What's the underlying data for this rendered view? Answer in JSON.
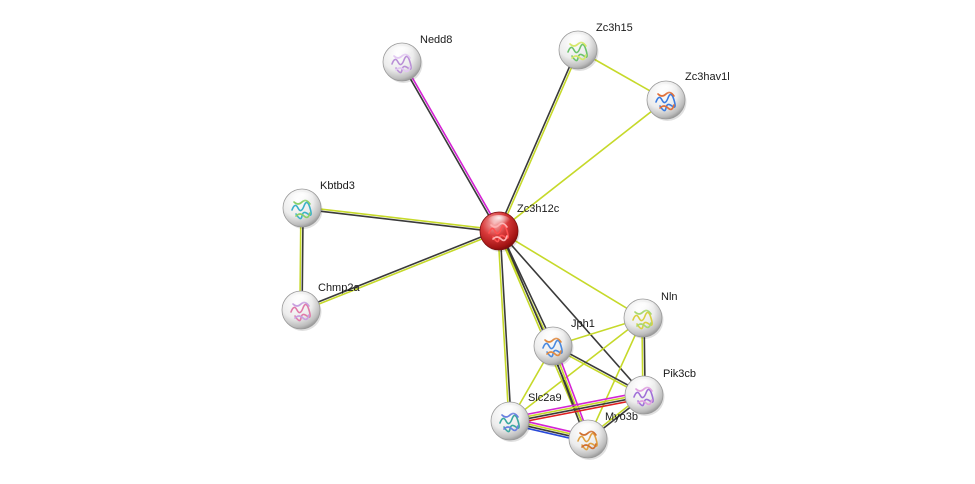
{
  "network": {
    "evidence_colors": {
      "black": "#3a3a3a",
      "yellow": "#c6d92a",
      "magenta": "#d424d4",
      "red": "#e02020",
      "blue": "#2a4ad8"
    },
    "node_colors": {
      "query": "#c42a2a",
      "partner": "#d9d9d9"
    },
    "nodes": [
      {
        "id": "Zc3h12c",
        "label": "Zc3h12c",
        "query": true,
        "icon": "protein-structure-red"
      },
      {
        "id": "Nedd8",
        "label": "Nedd8",
        "query": false,
        "icon": "protein-structure-purple"
      },
      {
        "id": "Zc3h15",
        "label": "Zc3h15",
        "query": false,
        "icon": "protein-structure-green"
      },
      {
        "id": "Zc3hav1l",
        "label": "Zc3hav1l",
        "query": false,
        "icon": "protein-structure-rainbow"
      },
      {
        "id": "Kbtbd3",
        "label": "Kbtbd3",
        "query": false,
        "icon": "protein-structure-cyan"
      },
      {
        "id": "Chmp2a",
        "label": "Chmp2a",
        "query": false,
        "icon": "protein-structure-pink"
      },
      {
        "id": "Nln",
        "label": "Nln",
        "query": false,
        "icon": "protein-structure-yellow"
      },
      {
        "id": "Jph1",
        "label": "Jph1",
        "query": false,
        "icon": "protein-structure-blue"
      },
      {
        "id": "Pik3cb",
        "label": "Pik3cb",
        "query": false,
        "icon": "protein-structure-violet"
      },
      {
        "id": "Slc2a9",
        "label": "Slc2a9",
        "query": false,
        "icon": "protein-structure-teal"
      },
      {
        "id": "Myo3b",
        "label": "Myo3b",
        "query": false,
        "icon": "protein-structure-orange"
      }
    ],
    "edges": [
      {
        "source": "Zc3h12c",
        "target": "Nedd8",
        "evidence": [
          "black",
          "magenta"
        ]
      },
      {
        "source": "Zc3h12c",
        "target": "Zc3h15",
        "evidence": [
          "black",
          "yellow"
        ]
      },
      {
        "source": "Zc3h12c",
        "target": "Zc3hav1l",
        "evidence": [
          "yellow"
        ]
      },
      {
        "source": "Zc3h15",
        "target": "Zc3hav1l",
        "evidence": [
          "yellow"
        ]
      },
      {
        "source": "Zc3h12c",
        "target": "Kbtbd3",
        "evidence": [
          "black",
          "yellow"
        ]
      },
      {
        "source": "Zc3h12c",
        "target": "Chmp2a",
        "evidence": [
          "yellow",
          "black"
        ]
      },
      {
        "source": "Kbtbd3",
        "target": "Chmp2a",
        "evidence": [
          "black",
          "yellow"
        ]
      },
      {
        "source": "Zc3h12c",
        "target": "Nln",
        "evidence": [
          "yellow"
        ]
      },
      {
        "source": "Zc3h12c",
        "target": "Jph1",
        "evidence": [
          "black",
          "yellow"
        ]
      },
      {
        "source": "Zc3h12c",
        "target": "Pik3cb",
        "evidence": [
          "black"
        ]
      },
      {
        "source": "Zc3h12c",
        "target": "Slc2a9",
        "evidence": [
          "black",
          "yellow"
        ]
      },
      {
        "source": "Zc3h12c",
        "target": "Myo3b",
        "evidence": [
          "black",
          "yellow"
        ]
      },
      {
        "source": "Nln",
        "target": "Jph1",
        "evidence": [
          "yellow"
        ]
      },
      {
        "source": "Nln",
        "target": "Pik3cb",
        "evidence": [
          "black",
          "yellow"
        ]
      },
      {
        "source": "Nln",
        "target": "Slc2a9",
        "evidence": [
          "yellow"
        ]
      },
      {
        "source": "Nln",
        "target": "Myo3b",
        "evidence": [
          "yellow"
        ]
      },
      {
        "source": "Jph1",
        "target": "Pik3cb",
        "evidence": [
          "black",
          "yellow"
        ]
      },
      {
        "source": "Jph1",
        "target": "Slc2a9",
        "evidence": [
          "yellow"
        ]
      },
      {
        "source": "Jph1",
        "target": "Myo3b",
        "evidence": [
          "magenta",
          "yellow",
          "black"
        ]
      },
      {
        "source": "Pik3cb",
        "target": "Slc2a9",
        "evidence": [
          "red",
          "black",
          "yellow",
          "magenta"
        ]
      },
      {
        "source": "Pik3cb",
        "target": "Myo3b",
        "evidence": [
          "black",
          "yellow"
        ]
      },
      {
        "source": "Slc2a9",
        "target": "Myo3b",
        "evidence": [
          "magenta",
          "yellow",
          "black",
          "blue"
        ]
      }
    ]
  }
}
